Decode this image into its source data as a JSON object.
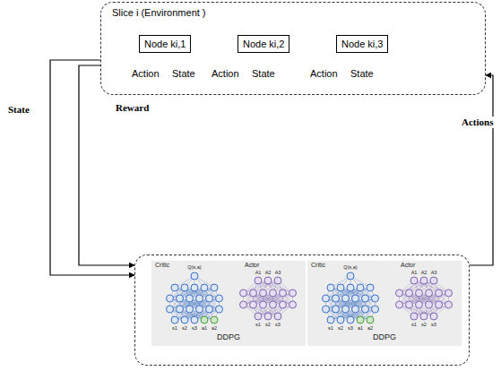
{
  "diagram": {
    "nodes": [
      {
        "text": [
          "Slice i (Environment )"
        ]
      },
      {
        "text": [
          "Node ki,1"
        ],
        "in": 0
      },
      {
        "text": [
          "Node ki,2"
        ],
        "in": 0
      },
      {
        "text": [
          "Node ki,3"
        ],
        "in": 0
      },
      {
        "text": []
      },
      {
        "text": [
          "Critic",
          "Actor",
          "Q(s,a)",
          "A1",
          "A2",
          "A3",
          "s1",
          "s2",
          "s3",
          "a1",
          "a2",
          "s1",
          "s2",
          "s3",
          "DDPG"
        ],
        "in": 4
      },
      {
        "text": [
          "Critic",
          "Actor",
          "Q(s,a)",
          "A1",
          "A2",
          "A3",
          "s1",
          "s2",
          "s3",
          "a1",
          "a2",
          "s1",
          "s2",
          "s3",
          "DDPG"
        ],
        "in": 4
      }
    ],
    "edges": [
      {
        "from": 0,
        "to": 4,
        "arrow": "to",
        "label": "State"
      },
      {
        "from": 0,
        "to": 4,
        "arrow": "to",
        "label": "Reward"
      },
      {
        "from": 4,
        "to": 0,
        "arrow": "to",
        "label": "Actions"
      }
    ],
    "labels": [
      "Action",
      "State",
      "Action",
      "State",
      "Action",
      "State"
    ]
  }
}
